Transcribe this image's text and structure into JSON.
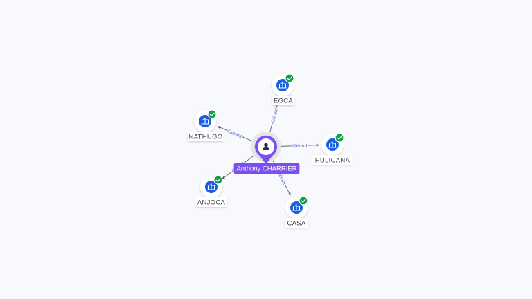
{
  "center": {
    "name": "Anthony CHARRIER",
    "icon": "person-icon",
    "accent_color": "#7c4ff0"
  },
  "companies": [
    {
      "name": "EGCA",
      "relation": "Gérant",
      "icon": "building-icon",
      "status_icon": "check-badge-icon"
    },
    {
      "name": "NATHUGO",
      "relation": "Gérant",
      "icon": "building-icon",
      "status_icon": "check-badge-icon"
    },
    {
      "name": "HULICANA",
      "relation": "Gérant",
      "icon": "building-icon",
      "status_icon": "check-badge-icon"
    },
    {
      "name": "ANJOCA",
      "relation": "Gérant",
      "icon": "building-icon",
      "status_icon": "check-badge-icon"
    },
    {
      "name": "CASA",
      "relation": "Gérant",
      "icon": "building-icon",
      "status_icon": "check-badge-icon"
    }
  ],
  "colors": {
    "company_icon": "#1a5fe0",
    "check_badge": "#0e9f48",
    "edge": "#4b4f5e",
    "edge_label": "#6b63d9"
  }
}
